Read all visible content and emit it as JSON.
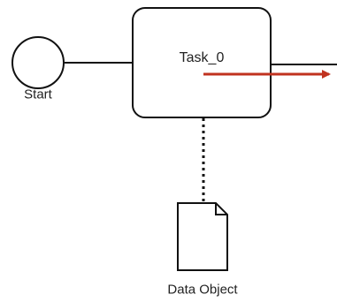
{
  "diagram": {
    "start_event": {
      "label": "Start"
    },
    "task": {
      "label": "Task_0"
    },
    "data_object": {
      "label": "Data Object"
    },
    "colors": {
      "stroke": "#111111",
      "fill": "#ffffff",
      "text": "#222222",
      "highlight_arrow": "#c0321f"
    }
  }
}
